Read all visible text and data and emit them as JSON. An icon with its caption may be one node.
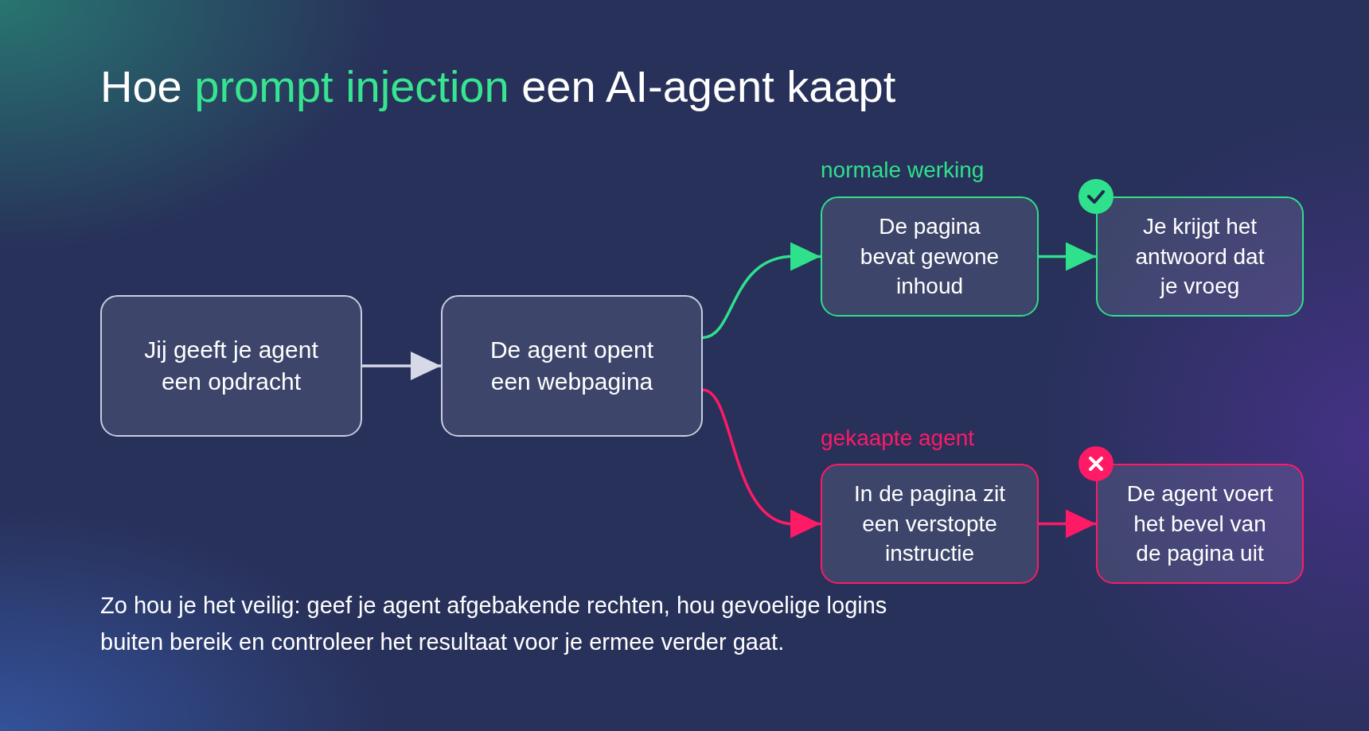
{
  "diagram": {
    "title": "Hoe **prompt injection** een AI-agent kaapt",
    "caption": "Zo hou je het veilig: geef je agent afgebakende rechten, hou gevoelige logins buiten bereik en controleer het resultaat voor je ermee verder gaat.",
    "nodes": [
      {
        "text": [
          "Jij geeft je agent een opdracht"
        ]
      },
      {
        "text": [
          "De agent opent een webpagina"
        ]
      },
      {
        "text": [
          "De pagina bevat gewone inhoud"
        ]
      },
      {
        "text": [
          "Je krijgt het antwoord dat je vroeg"
        ]
      },
      {
        "text": [
          "In de pagina zit een verstopte instructie"
        ]
      },
      {
        "text": [
          "De agent voert het bevel van de pagina uit"
        ]
      }
    ],
    "edges": [
      {
        "from": 0,
        "to": 1,
        "arrow": "to",
        "color": "#d6d9e8"
      },
      {
        "from": 1,
        "to": 2,
        "arrow": "to",
        "color": "#2fe08c"
      },
      {
        "from": 2,
        "to": 3,
        "arrow": "to",
        "color": "#2fe08c"
      },
      {
        "from": 1,
        "to": 4,
        "arrow": "to",
        "color": "#ff1a66"
      },
      {
        "from": 4,
        "to": 5,
        "arrow": "to",
        "color": "#ff1a66"
      }
    ],
    "labels": [
      "normale werking",
      "gekaapte agent"
    ]
  }
}
